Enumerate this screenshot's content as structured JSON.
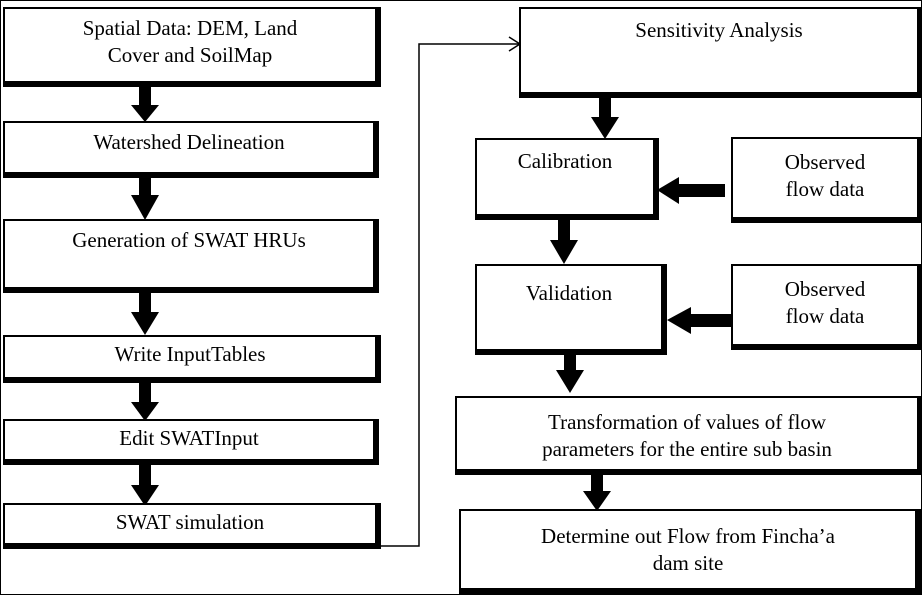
{
  "diagram": {
    "steps": {
      "spatial_data": [
        "Spatial Data: DEM, Land",
        "Cover and SoilMap"
      ],
      "watershed": "Watershed Delineation",
      "hrus": "Generation of SWAT HRUs",
      "write_input": "Write InputTables",
      "edit_input": "Edit SWATInput",
      "simulation": "SWAT simulation",
      "sensitivity": "Sensitivity Analysis",
      "calibration": "Calibration",
      "observed_1": [
        "Observed",
        "flow data"
      ],
      "validation": "Validation",
      "observed_2": [
        "Observed",
        "flow data"
      ],
      "transformation": [
        "Transformation of values of flow",
        "parameters for the entire sub basin"
      ],
      "determine_outflow": [
        "Determine out Flow from Fincha’a",
        "dam site"
      ]
    },
    "line_color": "#000000",
    "fill_color": "#ffffff"
  }
}
